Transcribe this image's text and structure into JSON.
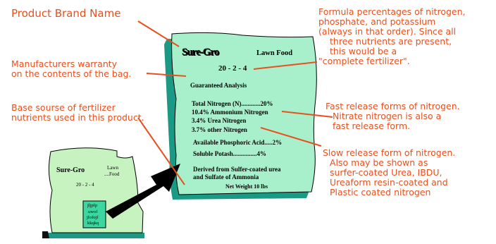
{
  "labels": {
    "brand_name": "Product Brand Name",
    "formula_note": [
      "Formula percentages of nitrogen,",
      "phosphate, and potassium",
      "(always in that order). Since all",
      "three nutrients are present,",
      "this would be a",
      "\"complete fertilizer\"."
    ],
    "warranty_note": [
      "Manufacturers warranty",
      "on the contents of the bag."
    ],
    "base_source_note": [
      "Base sourse of fertilizer",
      "nutrients used in this product."
    ],
    "fast_release_note": [
      "Fast release forms of nitrogen.",
      "Nitrate nitrogen is also a",
      "fast release form."
    ],
    "slow_release_note": [
      "Slow release form of nitrogen.",
      "Also may be shown as",
      "surfer-coated Urea, IBDU,",
      "Ureaform resin-coated and",
      "Plastic coated nitrogen"
    ]
  },
  "bag": {
    "brand": "Sure-Gro",
    "product": "Lawn Food",
    "formula": "20 - 2 - 4",
    "guaranteed": "Guaranteed Analysis",
    "total_nitrogen": "Total Nitrogen (N)............20%",
    "ammonium": "10.4%  Ammonium Nitrogen",
    "urea": "3.4%  Urea Nitrogen",
    "other": "3.7%  other Nitrogen",
    "phosphoric": "Available Phosphoric Acid.....2%",
    "potash": "Soluble Potash...............4%",
    "derived_1": "Derived from Sulfer-coated urea",
    "derived_2": "and Sulfate of Ammonia",
    "net_weight": "Net Weight  10 lbs"
  },
  "small_bag": {
    "brand": "Sure-Gro",
    "product_1": "Lawn",
    "product_2": "....Food",
    "formula": "20 - 2 - 4",
    "label_lines": [
      "jljpfp",
      "uwof",
      "jfofojf",
      "kkqkq"
    ]
  },
  "colors": {
    "annotation": "#e8501e",
    "bag_fill": "#a8f0cc",
    "small_bag_fill": "#c6f3c0",
    "bag_shadow": "#1a9a85"
  }
}
